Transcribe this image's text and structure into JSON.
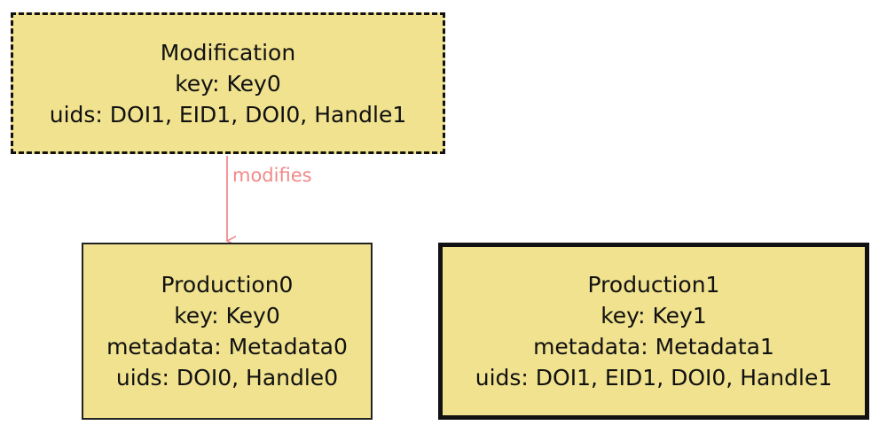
{
  "diagram": {
    "nodes": [
      {
        "id": "modification",
        "title": "Modification",
        "lines": [
          "key: Key0",
          "uids: DOI1, EID1, DOI0, Handle1"
        ],
        "border_style": "dashed"
      },
      {
        "id": "production0",
        "title": "Production0",
        "lines": [
          "key: Key0",
          "metadata: Metadata0",
          "uids: DOI0, Handle0"
        ],
        "border_style": "solid"
      },
      {
        "id": "production1",
        "title": "Production1",
        "lines": [
          "key: Key1",
          "metadata: Metadata1",
          "uids: DOI1, EID1, DOI0, Handle1"
        ],
        "border_style": "bold"
      }
    ],
    "edges": [
      {
        "from": "modification",
        "to": "production0",
        "label": "modifies",
        "color": "#f08a8a"
      }
    ],
    "colors": {
      "node_fill": "#f0e28e",
      "node_border": "#111111",
      "edge": "#f08a8a"
    }
  }
}
